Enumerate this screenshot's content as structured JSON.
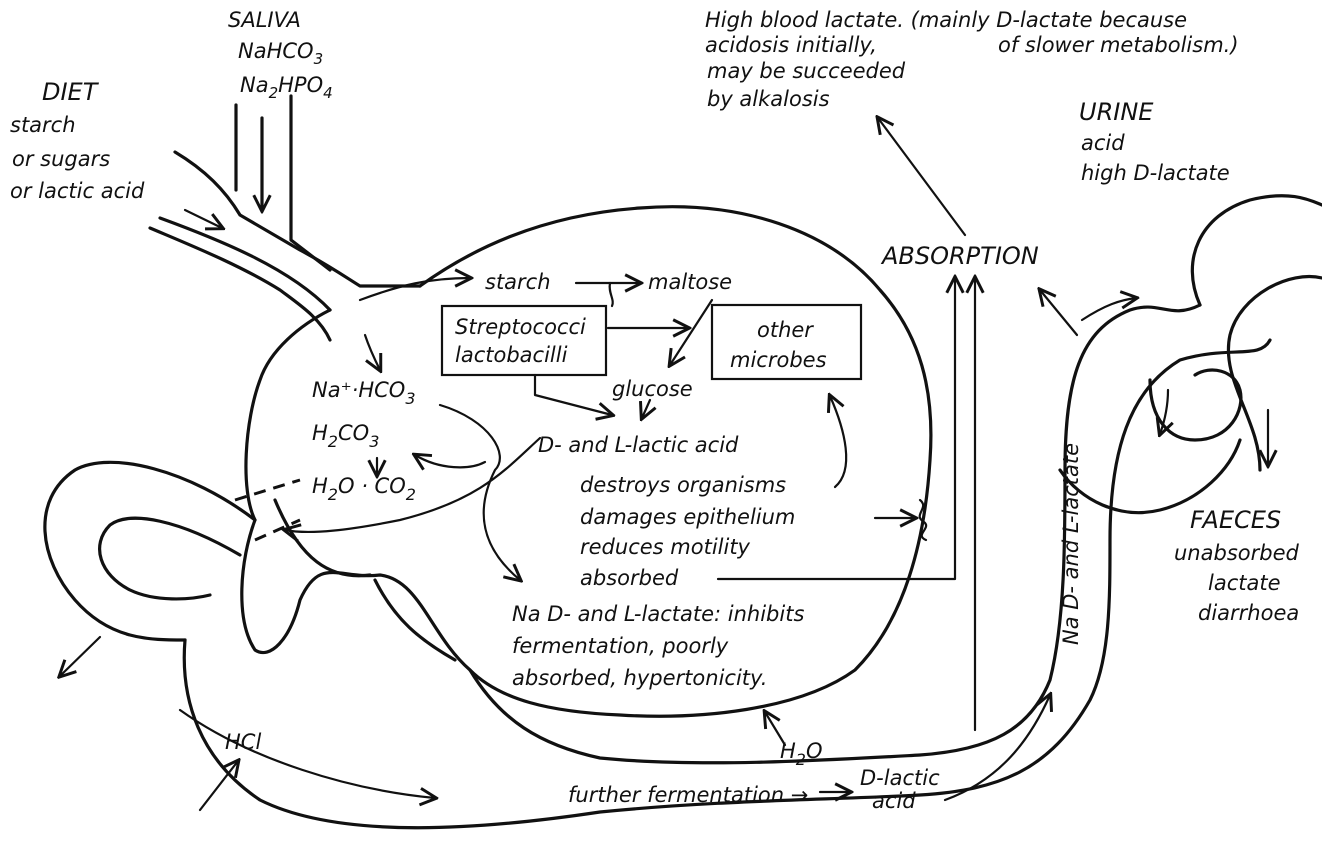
{
  "saliva": {
    "title": "SALIVA",
    "line1": "NaHCO",
    "line1_sub": "3",
    "line2a": "Na",
    "line2_sub1": "2",
    "line2b": "HPO",
    "line2_sub2": "4"
  },
  "diet": {
    "title": "DIET",
    "line1": "starch",
    "line2": "or sugars",
    "line3": "or lactic acid"
  },
  "blood": {
    "line1": "High blood lactate. (mainly D-lactate because",
    "line2": "acidosis initially,",
    "line3": "of slower metabolism.)",
    "line4": "may be succeeded",
    "line5": "by alkalosis"
  },
  "urine": {
    "title": "URINE",
    "line1": "acid",
    "line2": "high D-lactate"
  },
  "absorption": "ABSORPTION",
  "rumen": {
    "starch": "starch",
    "maltose": "maltose",
    "glucose": "glucose",
    "strep_line1": "Streptococci",
    "strep_line2": "lactobacilli",
    "other_line1": "other",
    "other_line2": "microbes",
    "nahco3": "Na⁺·HCO",
    "nahco3_sub": "3",
    "h2co3_a": "H",
    "h2co3_sub1": "2",
    "h2co3_b": "CO",
    "h2co3_sub2": "3",
    "h2o_co2_a": "H",
    "h2o_co2_sub1": "2",
    "h2o_co2_b": "O · CO",
    "h2o_co2_sub2": "2",
    "lactic_acid": "D- and L-lactic acid",
    "effect1": "destroys organisms",
    "effect2": "damages epithelium",
    "effect3": "reduces motility",
    "effect4": "absorbed",
    "salt1": "Na D- and L-lactate: inhibits",
    "salt2": "fermentation, poorly",
    "salt3": "absorbed, hypertonicity.",
    "water_a": "H",
    "water_sub": "2",
    "water_b": "O"
  },
  "intestine": {
    "vertical_label": "Na D- and L-lactate",
    "further": "further fermentation →",
    "dlactic1": "D-lactic",
    "dlactic2": "acid"
  },
  "hcl": "HCl",
  "faeces": {
    "title": "FAECES",
    "line1": "unabsorbed",
    "line2": "lactate",
    "line3": "diarrhoea"
  }
}
